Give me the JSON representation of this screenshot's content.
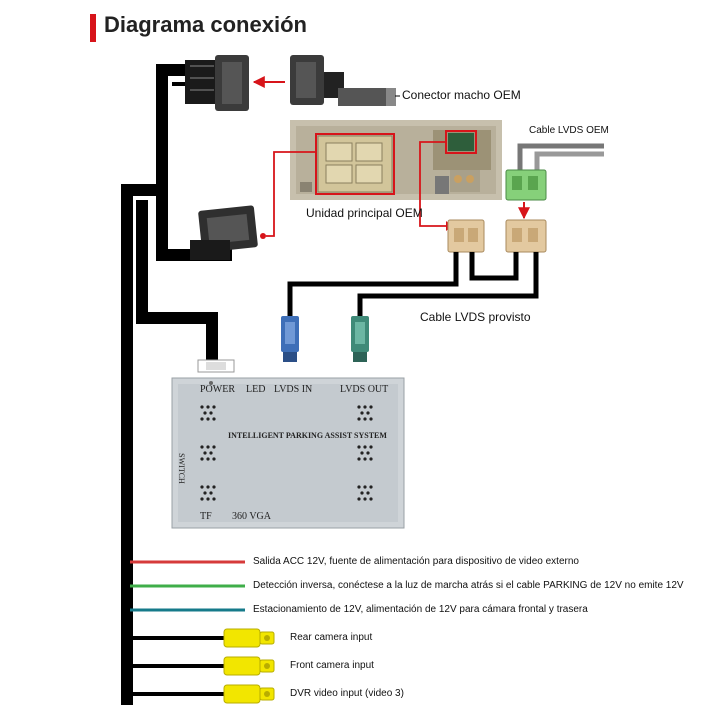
{
  "title": "Diagrama conexión",
  "labels": {
    "oem_male_connector": "Conector macho OEM",
    "oem_lvds_cable": "Cable LVDS OEM",
    "oem_head_unit": "Unidad principal OEM",
    "provided_lvds_cable": "Cable LVDS provisto"
  },
  "module": {
    "power": "POWER",
    "led": "LED",
    "lvds_in": "LVDS IN",
    "lvds_out": "LVDS OUT",
    "system_name": "INTELLIGENT PARKING ASSIST SYSTEM",
    "switch": "SWITCH",
    "tf": "TF",
    "vga": "360 VGA"
  },
  "wires": [
    {
      "label": "Salida ACC 12V, fuente de alimentación para dispositivo de video externo",
      "color": "#d63a3a"
    },
    {
      "label": "Detección inversa, conéctese a la luz de marcha atrás si el cable PARKING de 12V no emite 12V",
      "color": "#3fae49"
    },
    {
      "label": "Estacionamiento de 12V, alimentación de 12V para cámara frontal y trasera",
      "color": "#157a8a"
    }
  ],
  "video_inputs": [
    {
      "label": "Rear camera input"
    },
    {
      "label": "Front camera input"
    },
    {
      "label": "DVR video input (video 3)"
    }
  ],
  "colors": {
    "accent": "#d7141a",
    "harness": "#000000",
    "connector_yellow": "#f2e600",
    "connector_blue": "#3e6fb8",
    "connector_green": "#3f8a78",
    "lvds_tan": "#e3c9a0",
    "lvds_green": "#86d07a"
  }
}
